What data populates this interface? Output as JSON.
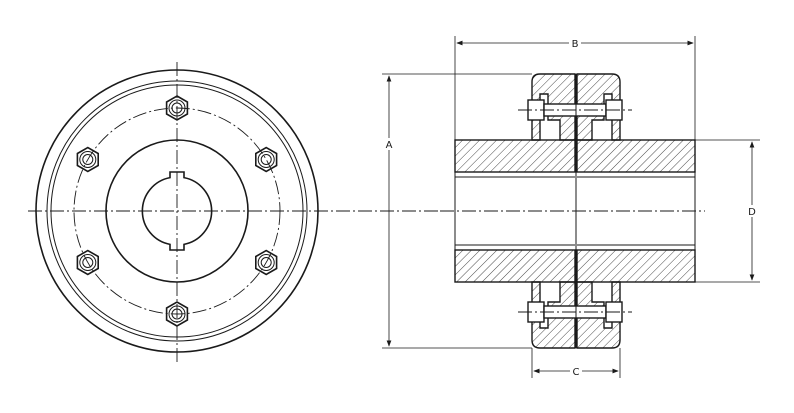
{
  "drawing": {
    "dimension_labels": {
      "a": "A",
      "b": "B",
      "c": "C",
      "d": "D"
    },
    "bolt_count": 6,
    "colors": {
      "line": "#1a1a1a",
      "background": "#ffffff"
    }
  }
}
